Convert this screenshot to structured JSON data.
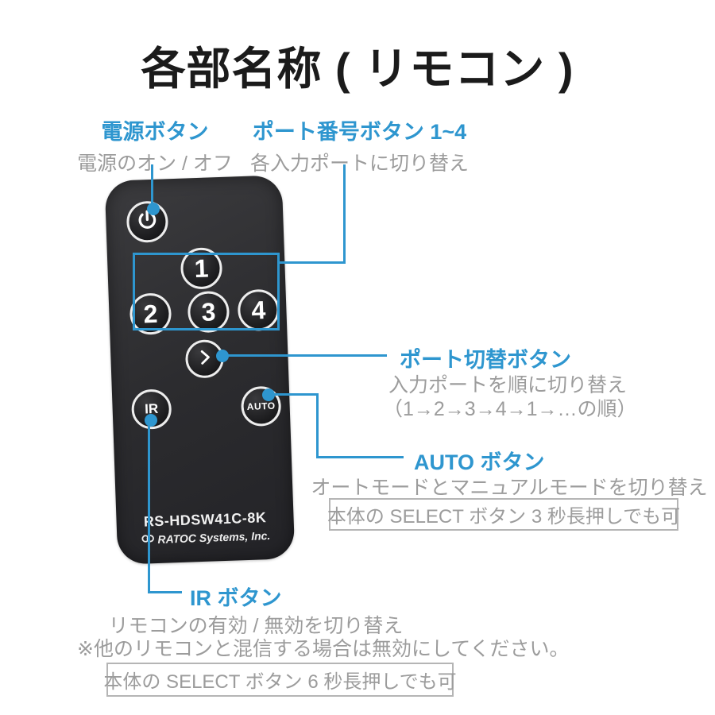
{
  "page": {
    "title": "各部名称 ( リモコン )"
  },
  "colors": {
    "accent_blue": "#2e96cf",
    "muted_gray": "#9c9c9c",
    "title_black": "#1b1b1b",
    "remote_body": "#2d2d30",
    "note_box_border": "#b5b5b5"
  },
  "remote": {
    "model": "RS-HDSW41C-8K",
    "brand": "RATOC Systems, Inc.",
    "buttons": {
      "power_icon": "power-icon",
      "port1": "1",
      "port2": "2",
      "port3": "3",
      "port4": "4",
      "next_icon": "chevron-right-icon",
      "ir": "IR",
      "auto": "AUTO"
    }
  },
  "callouts": {
    "power": {
      "label": "電源ボタン",
      "desc": "電源のオン / オフ"
    },
    "port_numbers": {
      "label": "ポート番号ボタン 1~4",
      "desc": "各入力ポートに切り替え"
    },
    "port_switch": {
      "label": "ポート切替ボタン",
      "desc_line1": "入力ポートを順に切り替え",
      "desc_line2": "（1→2→3→4→1→…の順）"
    },
    "auto": {
      "label": "AUTO ボタン",
      "desc": "オートモードとマニュアルモードを切り替え",
      "note": "本体の SELECT ボタン 3 秒長押しでも可"
    },
    "ir": {
      "label": "IR ボタン",
      "desc": "リモコンの有効 / 無効を切り替え",
      "caution": "※他のリモコンと混信する場合は無効にしてください。",
      "note": "本体の SELECT ボタン 6 秒長押しでも可"
    }
  }
}
